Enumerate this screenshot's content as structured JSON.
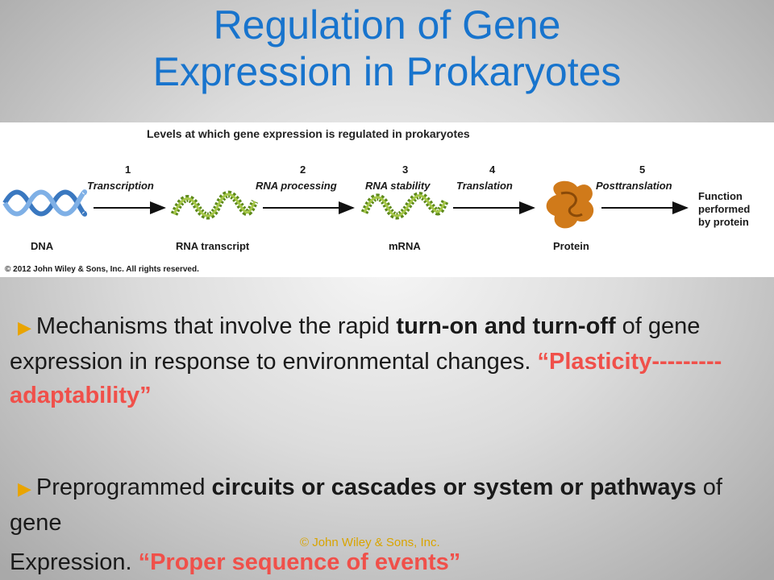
{
  "title": {
    "line1": "Regulation of Gene",
    "line2": "Expression in Prokaryotes"
  },
  "figure": {
    "title": "Levels at which gene expression is regulated in prokaryotes",
    "steps": [
      {
        "num": "1",
        "name": "Transcription"
      },
      {
        "num": "2",
        "name": "RNA processing"
      },
      {
        "num": "3",
        "name": "RNA stability"
      },
      {
        "num": "4",
        "name": "Translation"
      },
      {
        "num": "5",
        "name": "Posttranslation"
      }
    ],
    "molecules": [
      "DNA",
      "RNA transcript",
      "mRNA",
      "Protein"
    ],
    "function_label": [
      "Function",
      "performed",
      "by protein"
    ],
    "copyright": "© 2012 John Wiley & Sons, Inc. All rights reserved.",
    "colors": {
      "dna": "#3a78c0",
      "rna": "#6a8f1f",
      "protein": "#d07a1a"
    }
  },
  "bullets": [
    {
      "icon": "triangle-right-icon",
      "parts": {
        "a": "Mechanisms that involve the rapid ",
        "b": "turn-on and turn-off",
        "c": " of gene expression in response to environmental changes. ",
        "d": "“Plasticity---------adaptability”"
      }
    },
    {
      "icon": "triangle-right-icon",
      "parts": {
        "a": "Preprogrammed ",
        "b": "circuits or cascades or system or pathways",
        "c": " of gene",
        "d": "Expression. ",
        "e": "“Proper sequence of events”"
      }
    }
  ],
  "footer": "© John Wiley & Sons, Inc."
}
